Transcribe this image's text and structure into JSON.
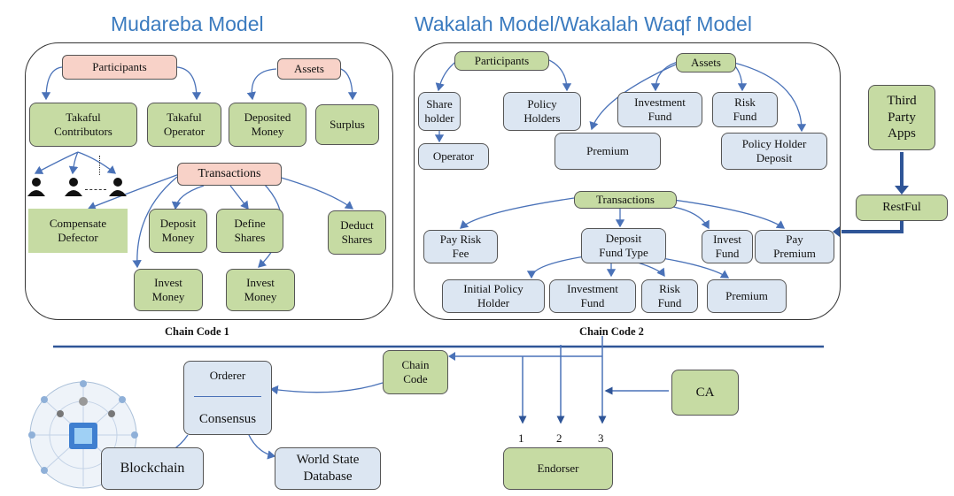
{
  "titles": {
    "mudareba": "Mudareba Model",
    "wakalah": "Wakalah Model/Wakalah Waqf Model"
  },
  "chain_code_1": {
    "caption": "Chain Code 1",
    "participants": "Participants",
    "assets": "Assets",
    "takaful_contributors": "Takaful\nContributors",
    "takaful_operator": "Takaful\nOperator",
    "deposited_money": "Deposited\nMoney",
    "surplus": "Surplus",
    "transactions": "Transactions",
    "compensate_defector": "Compensate\nDefector",
    "deposit_money": "Deposit\nMoney",
    "define_shares": "Define\nShares",
    "deduct_shares": "Deduct\nShares",
    "invest_money_1": "Invest\nMoney",
    "invest_money_2": "Invest\nMoney"
  },
  "chain_code_2": {
    "caption": "Chain Code 2",
    "participants": "Participants",
    "assets": "Assets",
    "share_holder": "Share\nholder",
    "policy_holders": "Policy\nHolders",
    "investment_fund": "Investment\nFund",
    "risk_fund": "Risk\nFund",
    "operator": "Operator",
    "premium": "Premium",
    "policy_holder_deposit": "Policy Holder\nDeposit",
    "transactions": "Transactions",
    "pay_risk_fee": "Pay Risk\nFee",
    "deposit_fund_type": "Deposit\nFund Type",
    "invest_fund": "Invest\nFund",
    "pay_premium": "Pay\nPremium",
    "initial_policy_holder": "Initial Policy\nHolder",
    "investment_fund_2": "Investment\nFund",
    "risk_fund_2": "Risk\nFund",
    "premium_2": "Premium"
  },
  "external": {
    "third_party_apps": "Third\nParty\nApps",
    "restful": "RestFul"
  },
  "network": {
    "orderer": "Orderer",
    "consensus": "Consensus",
    "chain_code": "Chain\nCode",
    "ca": "CA",
    "blockchain": "Blockchain",
    "world_state_database": "World State\nDatabase",
    "endorser": "Endorser",
    "endorse_numbers": [
      "1",
      "2",
      "3"
    ]
  },
  "colors": {
    "title_blue": "#3b7bbf",
    "green_box": "#c6dba3",
    "pink_box": "#f8d2c8",
    "blue_box": "#dce6f2",
    "arrow_blue": "#4a72b8"
  },
  "icons": {
    "people": "person-icon",
    "network": "blockchain-network-icon"
  }
}
